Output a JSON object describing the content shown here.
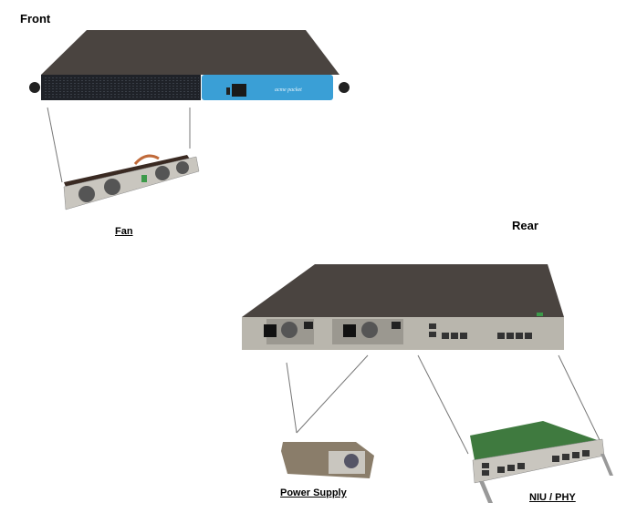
{
  "headings": {
    "front": "Front",
    "rear": "Rear"
  },
  "captions": {
    "fan": "Fan",
    "power_supply": "Power Supply",
    "niu_phy": "NIU / PHY"
  },
  "brand": {
    "logo_text": "acme packet",
    "accent_color": "#3a9fd6"
  },
  "colors": {
    "chassis_top": "#4a4440",
    "chassis_dark": "#1f2228",
    "metal": "#b9b6ad",
    "pcb": "#3f7a3f",
    "leader_line": "#777777"
  }
}
